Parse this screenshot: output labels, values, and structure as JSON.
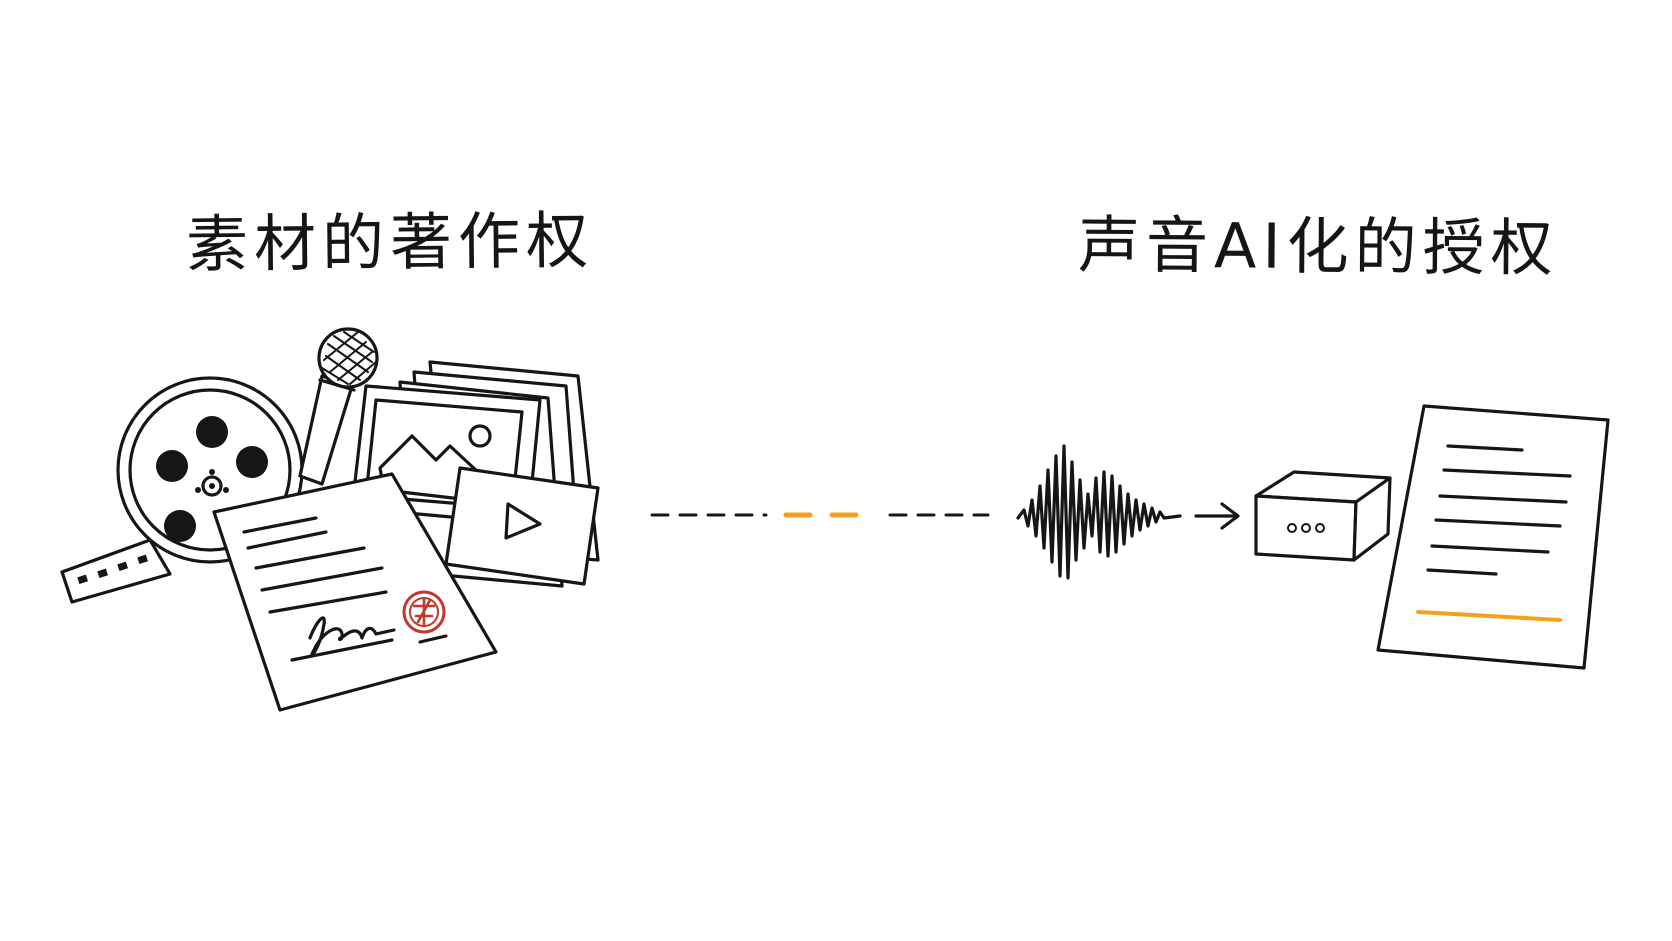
{
  "left_group": {
    "title": "素材的著作权",
    "signature_text": "fash"
  },
  "right_group": {
    "title": "声音AI化的授权"
  },
  "colors": {
    "ink": "#161616",
    "accent": "#F2A01E",
    "stamp": "#C0392B",
    "background": "#FFFFFF"
  },
  "icons": [
    "film-reel-icon",
    "microphone-icon",
    "image-stack-icon",
    "video-play-icon",
    "contract-icon",
    "red-seal-stamp-icon",
    "sound-wave-icon",
    "arrow-right-icon",
    "server-box-icon",
    "license-document-icon"
  ]
}
